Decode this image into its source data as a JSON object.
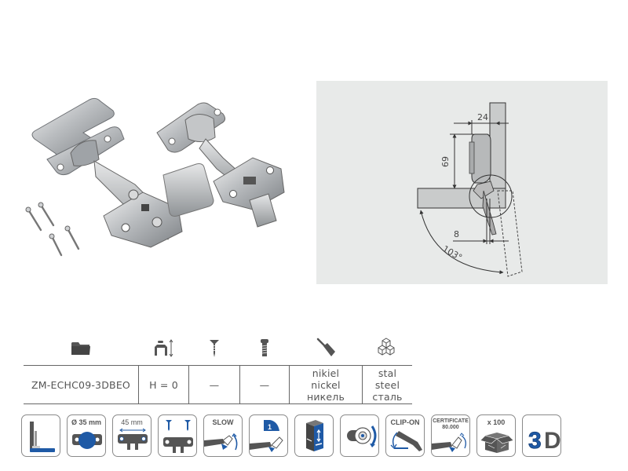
{
  "product_photo": {
    "alt": "Two clip-on concealed cabinet hinges with mounting plates, cover cap and four screws",
    "parts": [
      "mounting-plate",
      "hinge-with-cup",
      "cover-cap",
      "hinge-with-cup",
      "screws"
    ]
  },
  "diagram": {
    "dimensions": {
      "horizontal_top": "24",
      "vertical": "69",
      "horizontal_bottom": "8",
      "angle": "103°"
    },
    "colors": {
      "background": "#e8eae9",
      "panel_fill": "#c9cbcb",
      "line": "#3a3a3a"
    }
  },
  "spec_table": {
    "header_icons": [
      {
        "name": "folder-icon",
        "meaning": "product code"
      },
      {
        "name": "overlay-height-icon",
        "meaning": "mounting plate height"
      },
      {
        "name": "wood-screw-icon",
        "meaning": "wood screw"
      },
      {
        "name": "euro-screw-icon",
        "meaning": "euro screw"
      },
      {
        "name": "paint-brush-icon",
        "meaning": "finish"
      },
      {
        "name": "material-cubes-icon",
        "meaning": "material"
      }
    ],
    "row": {
      "code": "ZM-ECHC09-3DBEO",
      "height": "H = 0",
      "wood_screw": "—",
      "euro_screw": "—",
      "finish": [
        "nikiel",
        "nickel",
        "никель"
      ],
      "material": [
        "stal",
        "steel",
        "сталь"
      ]
    }
  },
  "badges": [
    {
      "name": "full-overlay-badge",
      "label": ""
    },
    {
      "name": "cup-diameter-badge",
      "label": "Ø 35 mm"
    },
    {
      "name": "screw-spacing-badge",
      "label": "45 mm"
    },
    {
      "name": "screw-mounting-badge",
      "label": ""
    },
    {
      "name": "soft-close-badge",
      "label": "SLOW"
    },
    {
      "name": "one-step-badge",
      "label": "",
      "number": "1"
    },
    {
      "name": "3d-adjustment-box-badge",
      "label": ""
    },
    {
      "name": "cam-adjustment-badge",
      "label": ""
    },
    {
      "name": "clip-on-badge",
      "label": "CLIP-ON"
    },
    {
      "name": "certificate-badge",
      "label": "CERTIFICATE",
      "sublabel": "80.000"
    },
    {
      "name": "pack-quantity-badge",
      "label": "x 100"
    },
    {
      "name": "3d-badge",
      "label": "3D"
    }
  ],
  "colors": {
    "accent_blue": "#1f5aa6",
    "icon_grey": "#555555",
    "border_grey": "#8a8a8a",
    "text": "#555555"
  }
}
